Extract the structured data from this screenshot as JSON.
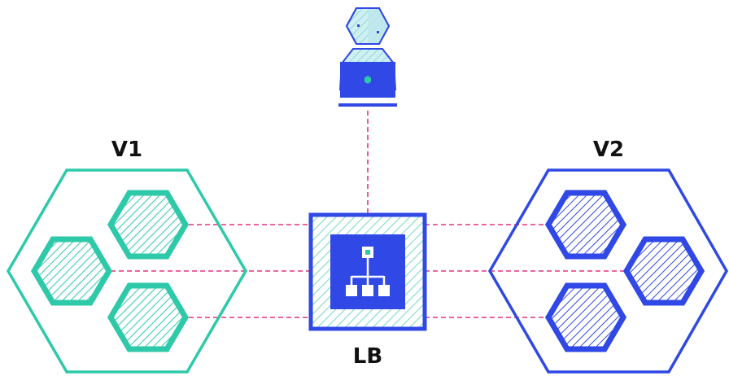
{
  "labels": {
    "left_cluster": "V1",
    "right_cluster": "V2",
    "load_balancer": "LB"
  },
  "colors": {
    "v1": "#2ec9a9",
    "v2": "#2f48e6",
    "lb": "#2f48e6",
    "connector": "#e5337f",
    "user_fill": "#cfeff1",
    "user_stroke": "#2f48e6",
    "text": "#111111"
  },
  "icons": {
    "user": "person-with-laptop-icon",
    "load_balancer": "network-hierarchy-icon",
    "service_node": "hexagon-icon"
  }
}
